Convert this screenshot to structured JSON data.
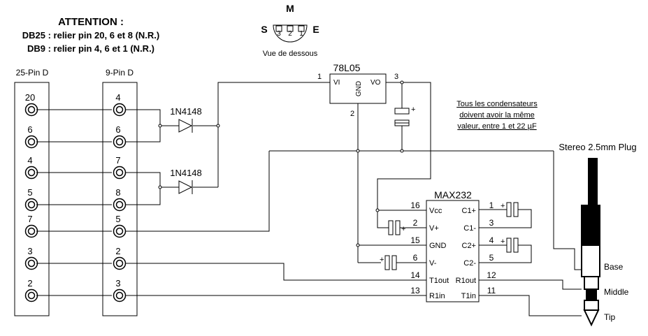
{
  "attention": {
    "title": "ATTENTION :",
    "db25": "DB25 : relier pin 20, 6 et 8 (N.R.)",
    "db9": "DB9 : relier pin 4, 6 et 1 (N.R.)"
  },
  "regulator_pinout": {
    "label_m": "M",
    "label_s": "S",
    "label_e": "E",
    "pins": [
      "3",
      "2",
      "1"
    ],
    "caption": "Vue de dessous"
  },
  "connectors": {
    "db25_title": "25-Pin D",
    "db9_title": "9-Pin D",
    "db25_pins": [
      "20",
      "6",
      "4",
      "5",
      "7",
      "3",
      "2"
    ],
    "db9_pins": [
      "4",
      "6",
      "7",
      "8",
      "5",
      "2",
      "3"
    ]
  },
  "diodes": [
    "1N4148",
    "1N4148"
  ],
  "regulator": {
    "name": "78L05",
    "vi": "VI",
    "vo": "VO",
    "gnd": "GND",
    "pin_in": "1",
    "pin_gnd": "2",
    "pin_out": "3"
  },
  "note": [
    "Tous les condensateurs",
    "doivent avoir la même",
    "valeur, entre 1 et 22 µF"
  ],
  "plug": {
    "title": "Stereo 2.5mm Plug",
    "base": "Base",
    "middle": "Middle",
    "tip": "Tip"
  },
  "max232": {
    "name": "MAX232",
    "left_labels": [
      "Vcc",
      "V+",
      "GND",
      "V-",
      "T1out",
      "R1in"
    ],
    "left_pins": [
      "16",
      "2",
      "15",
      "6",
      "14",
      "13"
    ],
    "right_labels": [
      "C1+",
      "C1-",
      "C2+",
      "C2-",
      "R1out",
      "T1in"
    ],
    "right_pins": [
      "1",
      "3",
      "4",
      "5",
      "12",
      "11"
    ]
  },
  "cap_polarity": "+"
}
